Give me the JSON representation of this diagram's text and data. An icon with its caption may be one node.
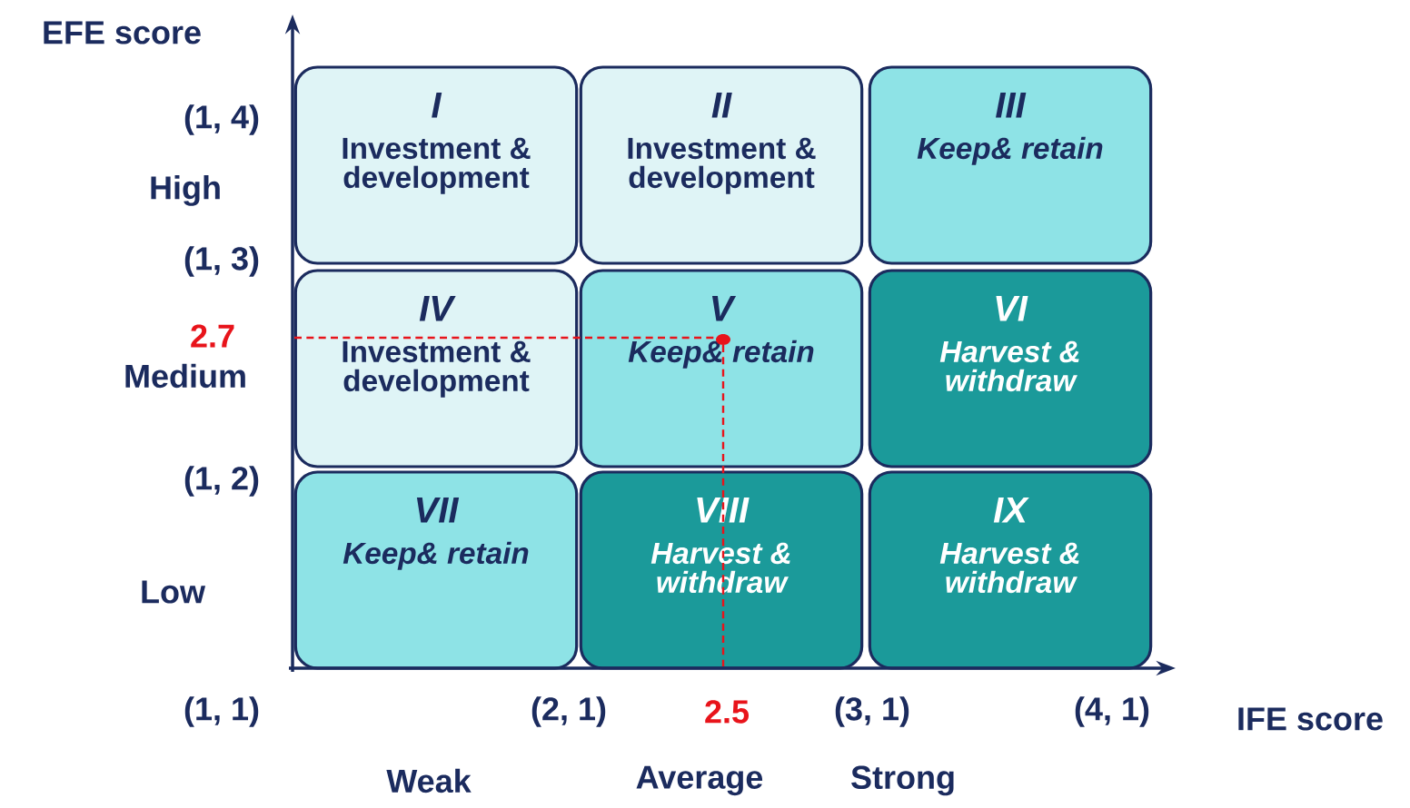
{
  "diagram": {
    "nodes": [
      {
        "text": [
          "I",
          "Investment & development"
        ]
      },
      {
        "text": [
          "II",
          "Investment & development"
        ]
      },
      {
        "text": [
          "III",
          "Keep& retain"
        ]
      },
      {
        "text": [
          "IV",
          "Investment & development"
        ]
      },
      {
        "text": [
          "V",
          "Keep& retain"
        ]
      },
      {
        "text": [
          "VI",
          "Harvest & withdraw"
        ]
      },
      {
        "text": [
          "VII",
          "Keep& retain"
        ]
      },
      {
        "text": [
          "VIII",
          "Harvest & withdraw"
        ]
      },
      {
        "text": [
          "IX",
          "Harvest & withdraw"
        ]
      }
    ],
    "edges": [],
    "labels": [
      "EFE score",
      "(1, 4)",
      "High",
      "(1, 3)",
      "2.7",
      "Medium",
      "(1, 2)",
      "Low",
      "(1, 1)",
      "(2, 1)",
      "2.5",
      "(3, 1)",
      "(4, 1)",
      "IFE score",
      "Weak",
      "Average",
      "Strong"
    ]
  }
}
